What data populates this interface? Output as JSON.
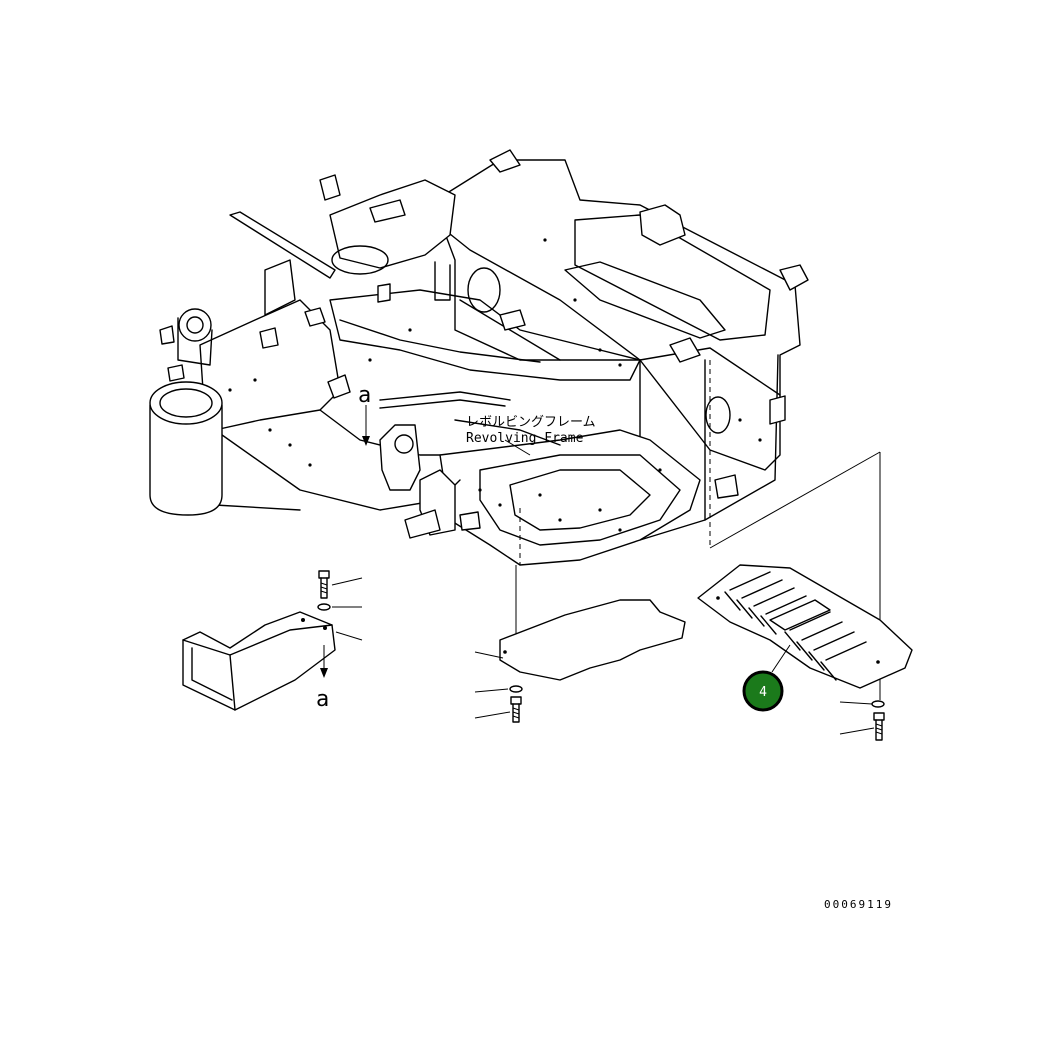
{
  "labels": {
    "frame_jp": "レボルビングフレーム",
    "frame_en": "Revolving Frame",
    "view_a_top": "a",
    "view_a_bottom": "a",
    "callout_4": "4",
    "drawing_number": "00069119"
  },
  "colors": {
    "callout_fill": "#1b7a1b",
    "line": "#000000"
  }
}
